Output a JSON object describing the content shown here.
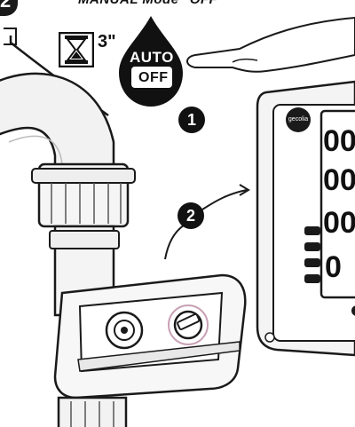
{
  "step": {
    "number": "2"
  },
  "header": {
    "title": "MANUAL Mode \"OFF\""
  },
  "timer": {
    "icon": "hourglass-icon",
    "label": "3\""
  },
  "mode_button": {
    "auto_label": "AUTO",
    "off_label": "OFF"
  },
  "steps": [
    {
      "number": "1"
    },
    {
      "number": "2"
    }
  ],
  "device": {
    "brand": "gecolia"
  }
}
